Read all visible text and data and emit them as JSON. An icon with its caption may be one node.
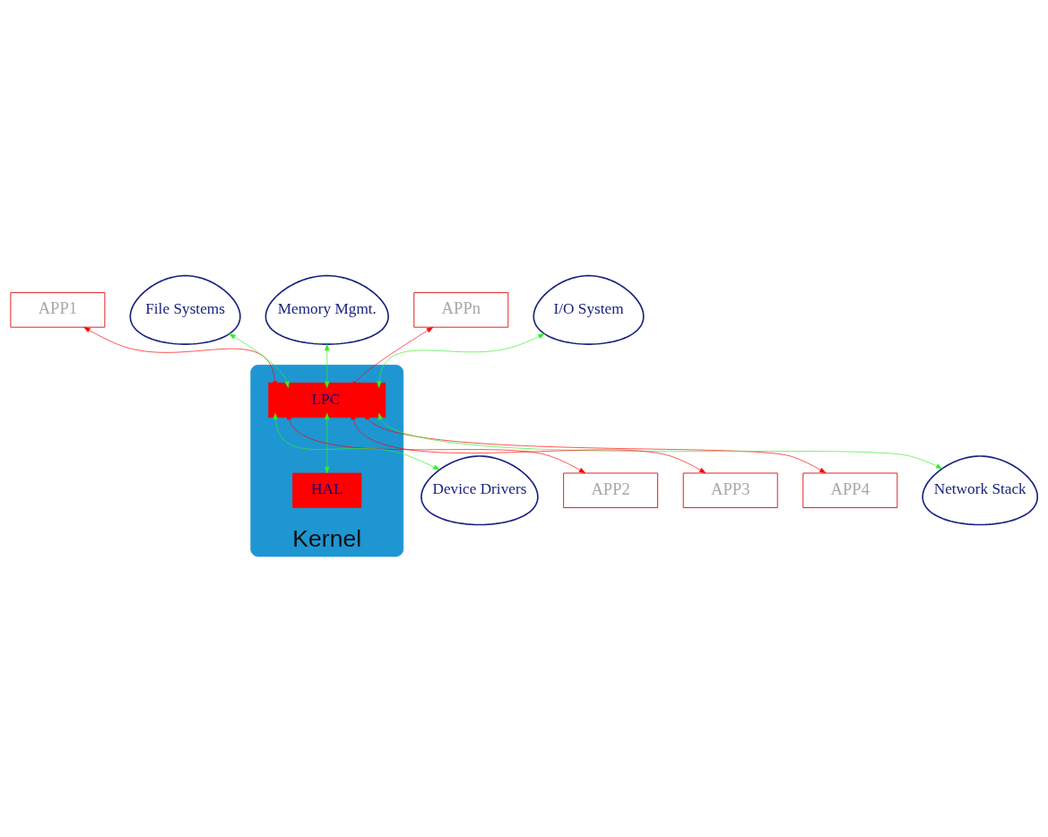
{
  "diagram": {
    "nodes": [
      {
        "text": [
          "APP1"
        ]
      },
      {
        "text": [
          "Memory Mgmt."
        ]
      },
      {
        "text": [
          "APPn"
        ]
      },
      {
        "text": [
          "File Systems"
        ]
      },
      {
        "text": [
          "Kernel"
        ]
      },
      {
        "text": [
          "LPC"
        ],
        "in": 4
      },
      {
        "text": [
          "HAL"
        ],
        "in": 4
      },
      {
        "text": [
          "I/O System"
        ]
      },
      {
        "text": [
          "APP2"
        ]
      },
      {
        "text": [
          "APP4"
        ]
      },
      {
        "text": [
          "Device Drivers"
        ]
      },
      {
        "text": [
          "Network Stack"
        ]
      },
      {
        "text": [
          "APP3"
        ]
      }
    ],
    "edges": [
      {
        "from": 1,
        "to": 5,
        "arrow": "both"
      },
      {
        "from": 3,
        "to": 5,
        "arrow": "both"
      },
      {
        "from": 7,
        "to": 5,
        "arrow": "both"
      },
      {
        "from": 5,
        "to": 6,
        "arrow": "both"
      },
      {
        "from": 5,
        "to": 10,
        "arrow": "both"
      },
      {
        "from": 5,
        "to": 11,
        "arrow": "both"
      },
      {
        "from": 0,
        "to": 5,
        "arrow": "both",
        "color": "#ff0000"
      },
      {
        "from": 2,
        "to": 5,
        "arrow": "both",
        "color": "#ff0000"
      },
      {
        "from": 5,
        "to": 8,
        "arrow": "both",
        "color": "#ff0000"
      },
      {
        "from": 5,
        "to": 9,
        "arrow": "both",
        "color": "#ff0000"
      },
      {
        "from": 5,
        "to": 12,
        "arrow": "both",
        "color": "#ff0000"
      }
    ]
  }
}
